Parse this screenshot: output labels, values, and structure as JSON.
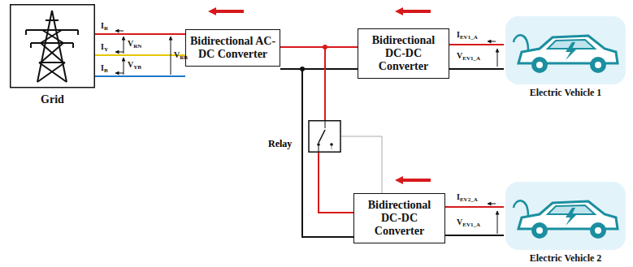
{
  "diagram": {
    "nodes": [
      {
        "text": [
          "Grid"
        ]
      },
      {
        "text": [
          "Bidirectional AC-DC Converter"
        ]
      },
      {
        "text": [
          "Bidirectional DC-DC Converter"
        ]
      },
      {
        "text": [
          "Bidirectional DC-DC Converter"
        ]
      },
      {
        "text": [
          "Relay"
        ]
      },
      {
        "text": [
          "Electric Vehicle 1"
        ]
      },
      {
        "text": [
          "Electric Vehicle 2"
        ]
      }
    ],
    "edges": [
      {
        "from": 1,
        "to": 0,
        "arrow": "none"
      },
      {
        "from": 1,
        "to": 0,
        "arrow": "none"
      },
      {
        "from": 1,
        "to": 0,
        "arrow": "none"
      },
      {
        "from": 2,
        "to": 1,
        "arrow": "none"
      },
      {
        "from": 2,
        "to": 1,
        "arrow": "none"
      },
      {
        "from": 5,
        "to": 2,
        "arrow": "none"
      },
      {
        "from": 5,
        "to": 2,
        "arrow": "none"
      },
      {
        "from": 1,
        "to": 4,
        "arrow": "none"
      },
      {
        "from": 4,
        "to": 3,
        "arrow": "none"
      },
      {
        "from": 1,
        "to": 3,
        "arrow": "none"
      },
      {
        "from": 4,
        "to": 3,
        "arrow": "none"
      },
      {
        "from": 6,
        "to": 3,
        "arrow": "none"
      },
      {
        "from": 6,
        "to": 3,
        "arrow": "none"
      }
    ],
    "labels": [
      "IR",
      "IY",
      "IB",
      "VRN",
      "VYB",
      "VRB",
      "IEV1_A",
      "VEV1_A",
      "IEV2_A",
      "VEV1_A"
    ]
  }
}
